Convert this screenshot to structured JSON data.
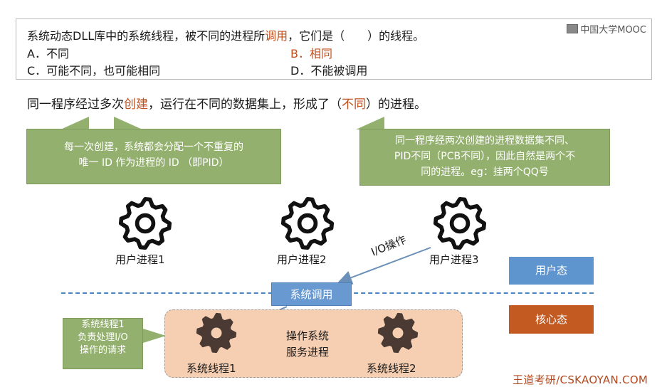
{
  "watermark": "中国大学MOOC",
  "question": {
    "stem_before": "系统动态DLL库中的系统线程，被不同的进程所",
    "stem_highlight": "调用",
    "stem_after": "，它们是（　　）的线程。",
    "option_a": "A．不同",
    "option_b": "B．相同",
    "option_c": "C．可能不同，也可能相同",
    "option_d": "D．不能被调用"
  },
  "statement": {
    "before": "同一程序经过多次",
    "highlight1": "创建",
    "middle": "，运行在不同的数据集上，形成了（",
    "highlight2": "不同",
    "after": "）的进程。"
  },
  "callouts": {
    "left": [
      "每一次创建，系统都会分配一个不重复的",
      "唯一 ID 作为进程的 ID （即PID）"
    ],
    "right": [
      "同一程序经两次创建的进程数据集不同、",
      "PID不同（PCB不同），因此自然是两个不",
      "同的进程。eg：挂两个QQ号"
    ],
    "thread": [
      "系统线程1",
      "负责处理I/O",
      "操作的请求"
    ]
  },
  "processes": [
    "用户进程1",
    "用户进程2",
    "用户进程3"
  ],
  "io_label": "I/O操作",
  "user_mode": "用户态",
  "kernel_mode": "核心态",
  "syscall": "系统调用",
  "service": [
    "操作系统",
    "服务进程"
  ],
  "threads": [
    "系统线程1",
    "系统线程2"
  ],
  "footer": "王道考研/CSKAOYAN.COM",
  "colors": {
    "accent_red": "#c0501e",
    "callout_green": "#93b06e",
    "user_mode_blue": "#5f95cf",
    "kernel_mode_orange": "#c25a22",
    "service_bg": "#f6cfb3"
  }
}
